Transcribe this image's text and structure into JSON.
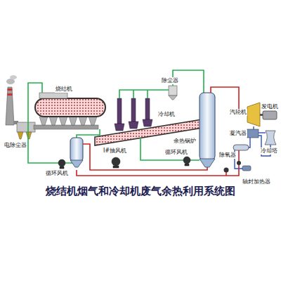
{
  "diagram": {
    "title": "烧结机烟气和冷却机废气余热利用系统图",
    "labels": [
      "烧结机",
      "除尘器",
      "冷却机",
      "汽轮机",
      "发电机",
      "电除尘器",
      "余热锅炉",
      "凝汽器",
      "冷却塔",
      "I#抽风机",
      "循环风机",
      "除氧器",
      "循环风机",
      "轴封加热器"
    ]
  }
}
